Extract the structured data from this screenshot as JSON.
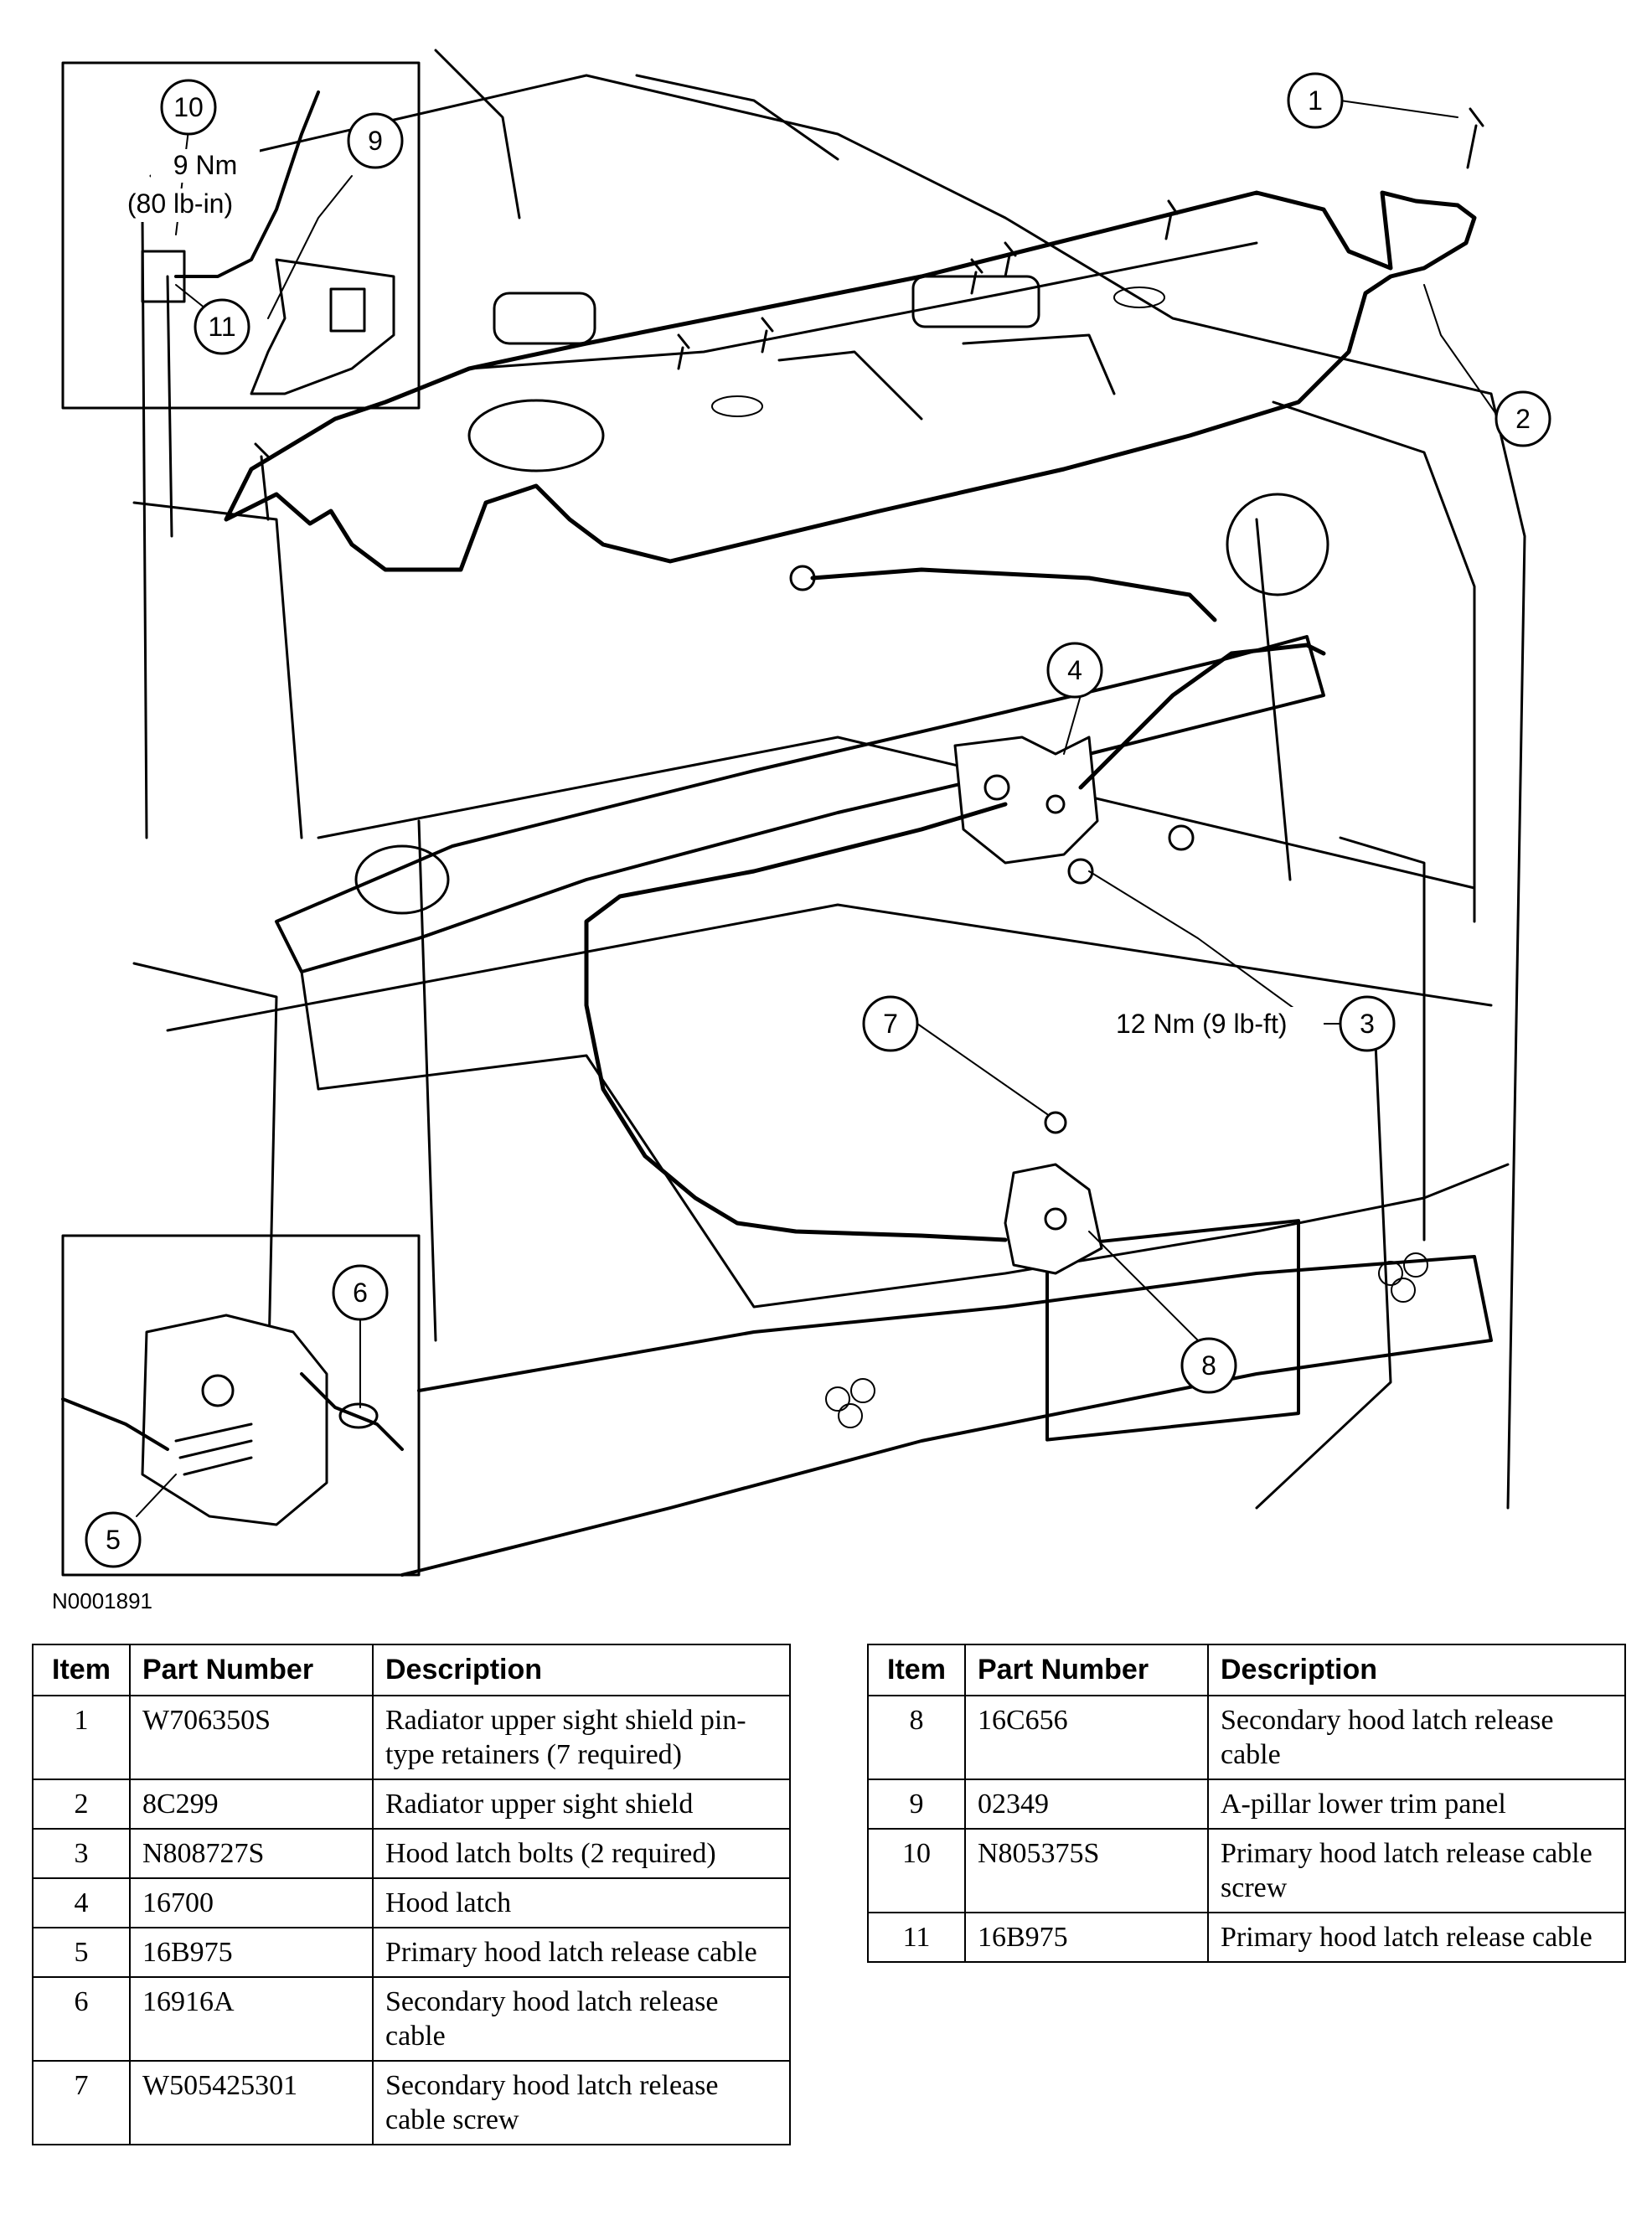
{
  "figure_id": "N0001891",
  "callouts": {
    "c1": "1",
    "c2": "2",
    "c3": "3",
    "c4": "4",
    "c5": "5",
    "c6": "6",
    "c7": "7",
    "c8": "8",
    "c9": "9",
    "c10": "10",
    "c11": "11"
  },
  "torque_labels": {
    "screw_line1": "9 Nm",
    "screw_line2": "(80 lb-in)",
    "latch_bolts": "12 Nm (9 lb-ft)"
  },
  "table_headers": {
    "item": "Item",
    "part_number": "Part Number",
    "description": "Description"
  },
  "parts_left": [
    {
      "item": "1",
      "part": "W706350S",
      "desc": "Radiator upper sight shield pin-type retainers (7 required)"
    },
    {
      "item": "2",
      "part": "8C299",
      "desc": "Radiator upper sight shield"
    },
    {
      "item": "3",
      "part": "N808727S",
      "desc": "Hood latch bolts (2 required)"
    },
    {
      "item": "4",
      "part": "16700",
      "desc": "Hood latch"
    },
    {
      "item": "5",
      "part": "16B975",
      "desc": "Primary hood latch release cable"
    },
    {
      "item": "6",
      "part": "16916A",
      "desc": "Secondary hood latch release cable"
    },
    {
      "item": "7",
      "part": "W505425301",
      "desc": "Secondary hood latch release cable screw"
    }
  ],
  "parts_right": [
    {
      "item": "8",
      "part": "16C656",
      "desc": "Secondary hood latch release cable"
    },
    {
      "item": "9",
      "part": "02349",
      "desc": "A-pillar lower trim panel"
    },
    {
      "item": "10",
      "part": "N805375S",
      "desc": "Primary hood latch release cable screw"
    },
    {
      "item": "11",
      "part": "16B975",
      "desc": "Primary hood latch release cable"
    }
  ]
}
